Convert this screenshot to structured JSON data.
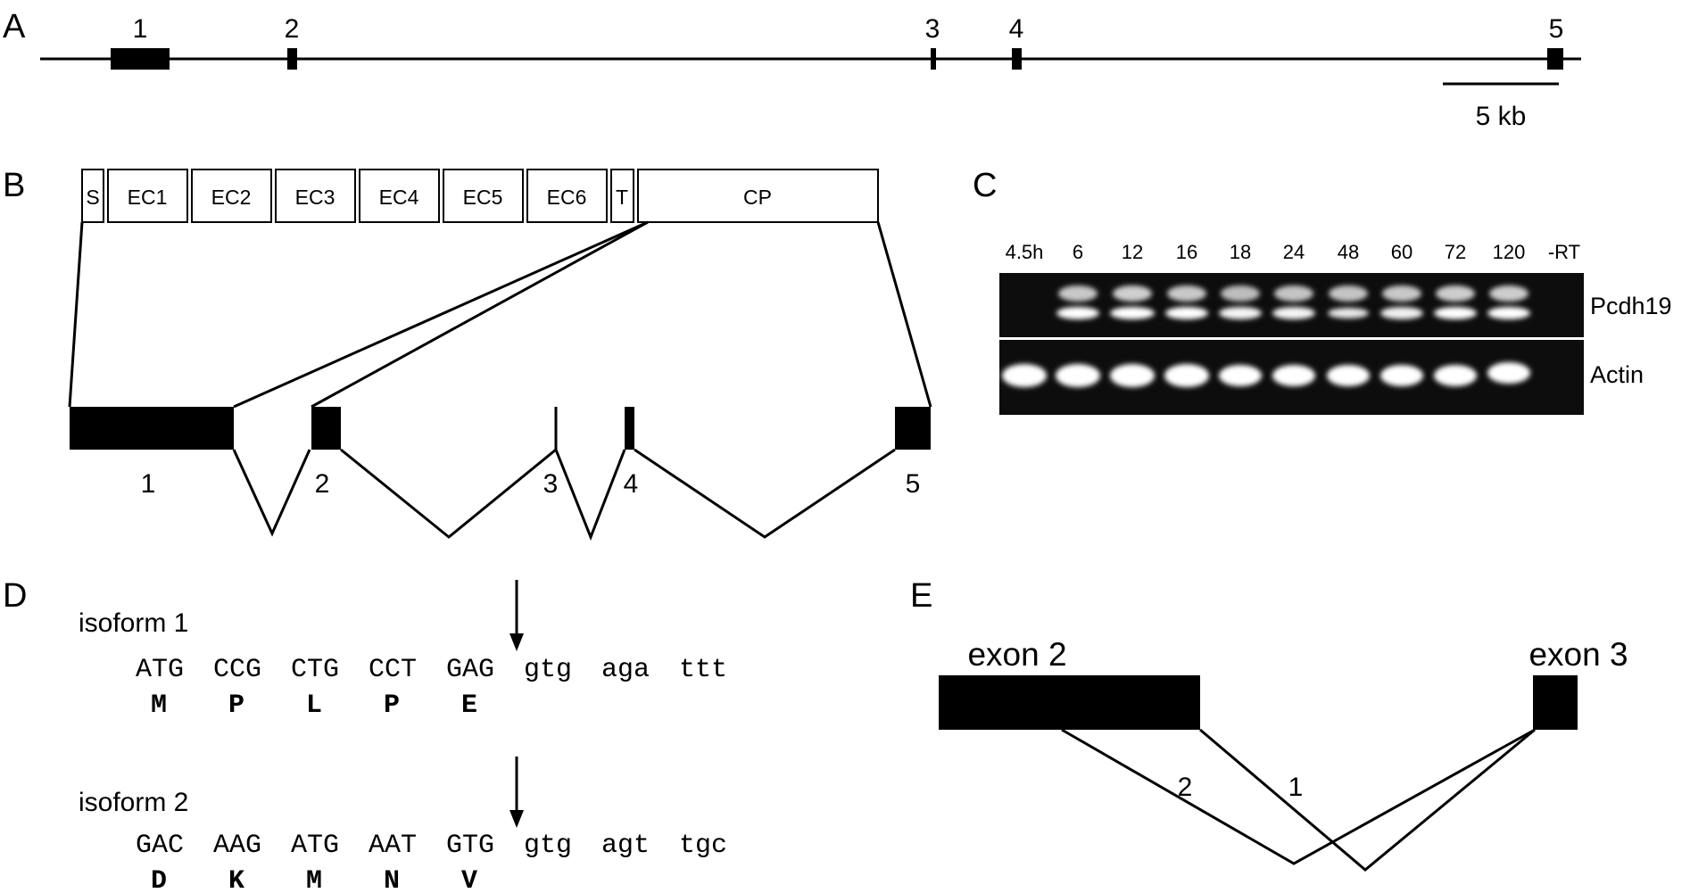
{
  "panels": {
    "A": {
      "label": "A",
      "exon_labels": [
        "1",
        "2",
        "3",
        "4",
        "5"
      ],
      "scale_label": "5 kb"
    },
    "B": {
      "label": "B",
      "domains": [
        "S",
        "EC1",
        "EC2",
        "EC3",
        "EC4",
        "EC5",
        "EC6",
        "T",
        "CP"
      ],
      "exon_labels": [
        "1",
        "2",
        "3",
        "4",
        "5"
      ]
    },
    "C": {
      "label": "C",
      "lanes": [
        "4.5h",
        "6",
        "12",
        "16",
        "18",
        "24",
        "48",
        "60",
        "72",
        "120",
        "-RT"
      ],
      "rows": [
        "Pcdh19",
        "Actin"
      ]
    },
    "D": {
      "label": "D",
      "isoforms": [
        {
          "name": "isoform 1",
          "codons": [
            "ATG",
            "CCG",
            "CTG",
            "CCT",
            "GAG"
          ],
          "intron": [
            "gtg",
            "aga",
            "ttt"
          ],
          "aa": [
            "M",
            "P",
            "L",
            "P",
            "E"
          ]
        },
        {
          "name": "isoform 2",
          "codons": [
            "GAC",
            "AAG",
            "ATG",
            "AAT",
            "GTG"
          ],
          "intron": [
            "gtg",
            "agt",
            "tgc"
          ],
          "aa": [
            "D",
            "K",
            "M",
            "N",
            "V"
          ]
        }
      ]
    },
    "E": {
      "label": "E",
      "exon_a": "exon 2",
      "exon_b": "exon 3",
      "splice_labels": [
        "2",
        "1"
      ]
    }
  }
}
